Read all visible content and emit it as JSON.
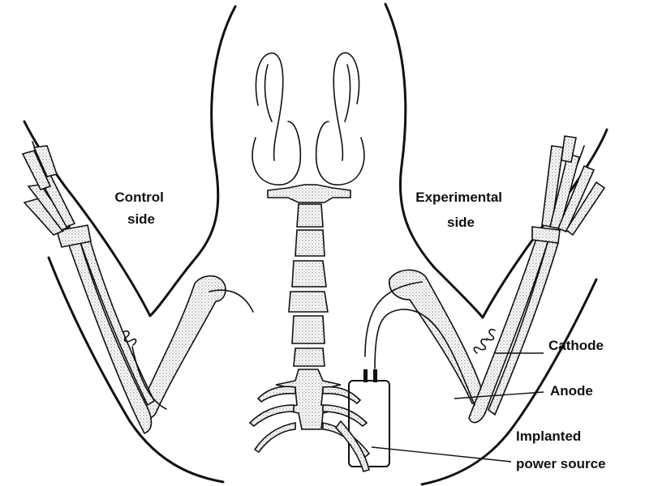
{
  "labels": {
    "control_side": [
      "Control",
      "side"
    ],
    "experimental_side": [
      "Experimental",
      "side"
    ],
    "cathode": "Cathode",
    "anode": "Anode",
    "power_source": [
      "Implanted",
      "power source"
    ]
  }
}
